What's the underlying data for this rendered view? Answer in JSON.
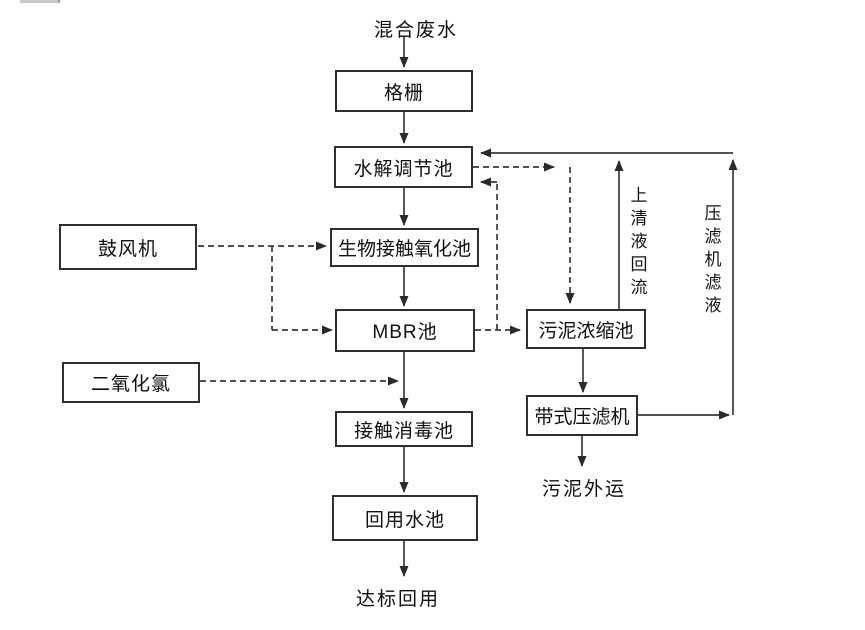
{
  "diagram": {
    "kind": "wastewater-treatment-process-flowchart",
    "nodes": {
      "source": {
        "label": "混合废水"
      },
      "screen": {
        "label": "格栅"
      },
      "hydrolysis": {
        "label": "水解调节池"
      },
      "bio_oxidation": {
        "label": "生物接触氧化池"
      },
      "mbr": {
        "label": "MBR池"
      },
      "disinfection": {
        "label": "接触消毒池"
      },
      "reuse_tank": {
        "label": "回用水池"
      },
      "outlet": {
        "label": "达标回用"
      },
      "blower": {
        "label": "鼓风机"
      },
      "chlorine_dioxide": {
        "label": "二氧化氯"
      },
      "sludge_thickener": {
        "label": "污泥浓缩池"
      },
      "belt_press": {
        "label": "带式压滤机"
      },
      "sludge_out": {
        "label": "污泥外运"
      }
    },
    "flow_labels": {
      "supernatant_return": "上清液回流",
      "press_filtrate": "压滤机滤液"
    },
    "edges": [
      {
        "from": "混合废水",
        "to": "格栅",
        "style": "solid"
      },
      {
        "from": "格栅",
        "to": "水解调节池",
        "style": "solid"
      },
      {
        "from": "水解调节池",
        "to": "生物接触氧化池",
        "style": "solid"
      },
      {
        "from": "生物接触氧化池",
        "to": "MBR池",
        "style": "solid"
      },
      {
        "from": "MBR池",
        "to": "接触消毒池",
        "style": "solid"
      },
      {
        "from": "接触消毒池",
        "to": "回用水池",
        "style": "solid"
      },
      {
        "from": "回用水池",
        "to": "达标回用",
        "style": "solid"
      },
      {
        "from": "鼓风机",
        "to": "生物接触氧化池",
        "style": "dashed"
      },
      {
        "from": "鼓风机",
        "to": "MBR池",
        "style": "dashed"
      },
      {
        "from": "二氧化氯",
        "to": "MBR池-接触消毒池管线",
        "style": "dashed"
      },
      {
        "from": "MBR池",
        "to": "污泥浓缩池",
        "style": "dashed"
      },
      {
        "from": "MBR池",
        "to": "水解调节池",
        "style": "dashed"
      },
      {
        "from": "水解调节池",
        "to": "污泥浓缩池",
        "style": "dashed"
      },
      {
        "from": "污泥浓缩池",
        "to": "带式压滤机",
        "style": "solid"
      },
      {
        "from": "带式压滤机",
        "to": "污泥外运",
        "style": "solid"
      },
      {
        "from": "污泥浓缩池",
        "to": "水解调节池",
        "style": "solid",
        "label": "上清液回流"
      },
      {
        "from": "带式压滤机",
        "to": "水解调节池",
        "style": "solid",
        "label": "压滤机滤液"
      }
    ],
    "colors": {
      "background": "#ffffff",
      "line": "#3a3a3a",
      "box_border": "#2f2f2f",
      "box_fill": "#ffffff",
      "text": "#111111"
    }
  }
}
